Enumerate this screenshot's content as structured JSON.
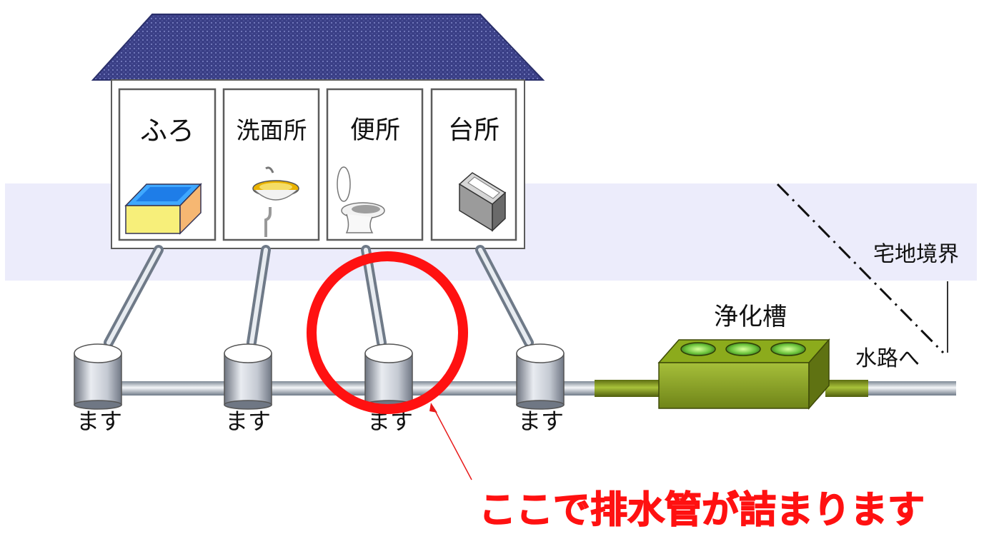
{
  "rooms": [
    {
      "label": "ふろ",
      "icon": "bathtub-icon"
    },
    {
      "label": "洗面所",
      "icon": "washbasin-icon"
    },
    {
      "label": "便所",
      "icon": "toilet-icon"
    },
    {
      "label": "台所",
      "icon": "kitchen-sink-icon"
    }
  ],
  "masu_labels": [
    "ます",
    "ます",
    "ます",
    "ます"
  ],
  "septic_tank_label": "浄化槽",
  "to_waterway_label": "水路へ",
  "property_boundary_label": "宅地境界",
  "callout_text": "ここで排水管が詰まります",
  "colors": {
    "roof": "#3a3f86",
    "ground_band": "#ececfb",
    "pipe": "#b9c0cb",
    "masu": "#c7ccd4",
    "septic_tank": "#8cab1c",
    "highlight_circle": "#ff1111",
    "callout_text": "#ff1111"
  }
}
